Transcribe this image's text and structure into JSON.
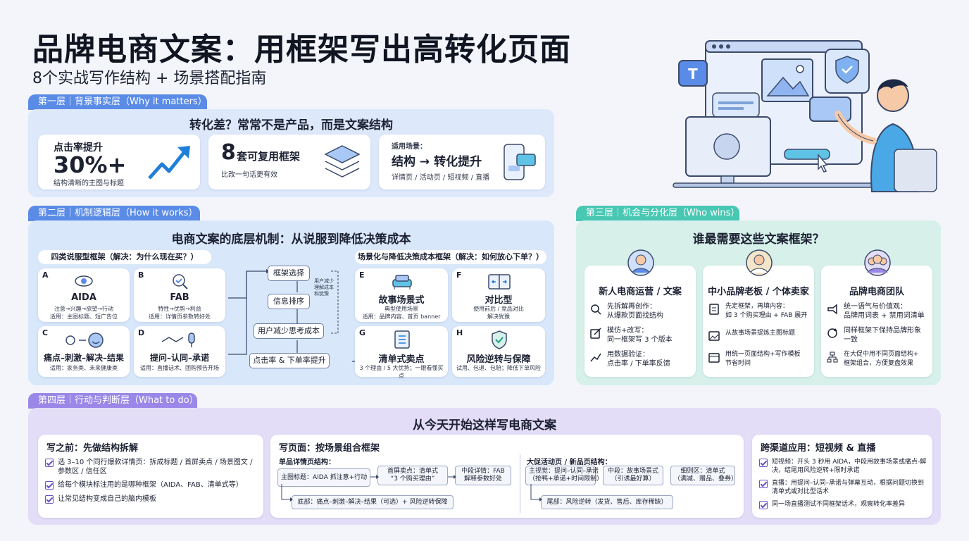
{
  "header": {
    "title": "品牌电商文案：用框架写出高转化页面",
    "subtitle": "8个实战写作结构 + 场景搭配指南"
  },
  "layer1": {
    "tag": "第一层｜背景事实层（Why it matters）",
    "title": "转化差？常常不是产品，而是文案结构",
    "card1": {
      "label": "点击率提升",
      "value": "30%+",
      "desc": "结构清晰的主图与标题"
    },
    "card2": {
      "value": "8",
      "label": "套可复用框架",
      "desc": "比改一句话更有效"
    },
    "card3": {
      "label": "适用场景：",
      "value": "结构 → 转化提升",
      "desc": "详情页 / 活动页 / 短视频 / 直播"
    }
  },
  "layer2": {
    "tag": "第二层｜机制逻辑层（How it works）",
    "title": "电商文案的底层机制：从说服到降低决策成本",
    "left_head": "四类说服型框架（解决：为什么现在买？）",
    "right_head": "场景化与降低决策成本框架（解决：如何放心下单？）",
    "frameworks": [
      {
        "letter": "A",
        "name": "AIDA",
        "desc1": "注意→兴趣→欲望→行动",
        "desc2": "适用：主图标题、短广告位"
      },
      {
        "letter": "B",
        "name": "FAB",
        "desc1": "特性→优势→利益",
        "desc2": "适用：详情页参数转好处"
      },
      {
        "letter": "C",
        "name": "痛点–刺激–解决–结果",
        "desc1": "适用：家务类、未来健康类",
        "desc2": ""
      },
      {
        "letter": "D",
        "name": "提问–认同–承诺",
        "desc1": "适用：直播话术、团购预告开场",
        "desc2": ""
      },
      {
        "letter": "E",
        "name": "故事场景式",
        "desc1": "典型使用场景",
        "desc2": "适用：品牌内容、首页 banner"
      },
      {
        "letter": "F",
        "name": "对比型",
        "desc1": "使用前后 / 竞品对比",
        "desc2": "解决犹豫"
      },
      {
        "letter": "G",
        "name": "清单式卖点",
        "desc1": "3 个理由 / 5 大优势；一眼看懂买点",
        "desc2": ""
      },
      {
        "letter": "H",
        "name": "风险逆转与保障",
        "desc1": "试用、包退、包赔；降低下单风险",
        "desc2": ""
      }
    ],
    "flow": [
      "框架选择",
      "信息排序",
      "用户减少思考成本",
      "点击率 & 下单率提升"
    ],
    "flow_note": "用户减少\n理解成本\n和犹豫"
  },
  "layer3": {
    "tag": "第三层｜机会与分化层（Who wins）",
    "title": "谁最需要这些文案框架？",
    "audiences": [
      {
        "name": "新人电商运营 / 文案",
        "items": [
          "先拆解再创作：\n从爆款页面找结构",
          "模仿+改写：\n同一框架写 3 个版本",
          "用数据验证：\n点击率 / 下单率反馈"
        ]
      },
      {
        "name": "中小品牌老板 / 个体卖家",
        "items": [
          "先定框架，再填内容：\n如 3 个购买理由 + FAB 展开",
          "从故事场景提炼主图标题",
          "用统一页面结构+写作模板\n节省时间"
        ]
      },
      {
        "name": "品牌电商团队",
        "items": [
          "统一语气与价值观：\n品牌用词表 + 禁用词清单",
          "同样框架下保持品牌形象\n一致",
          "在大促中用不同页面结构+\n框架组合，方便复盘效果"
        ]
      }
    ]
  },
  "layer4": {
    "tag": "第四层｜行动与判断层（What to do）",
    "title": "从今天开始这样写电商文案",
    "before": {
      "title": "写之前：先做结构拆解",
      "items": [
        "选 3–10 个同行爆款详情页：拆成标题 / 首屏卖点 / 场景图文 / 参数区 / 信任区",
        "给每个模块标注用的是哪种框架（AIDA、FAB、清单式等）",
        "让常见结构变成自己的脑内模板"
      ]
    },
    "page": {
      "title": "写页面：按场景组合框架",
      "single_label": "单品详情页结构：",
      "single": [
        "主图标题：AIDA 抓注意+行动",
        "首屏卖点：清单式\n“3 个购买理由”",
        "中段详情：FAB\n解释参数好处",
        "底部：痛点–刺激–解决–结果（可选）+ 风险逆转保障"
      ],
      "promo_label": "大促活动页 / 新品页结构：",
      "promo": [
        "主视觉：提问–认同–承诺\n（抢鸭+承诺+时间限制）",
        "中段：故事场景式\n（引诱最好算）",
        "细则区：清单式\n（满减、赠品、叠券）",
        "尾部：风险逆转（发货、售后、库存稀缺）"
      ]
    },
    "channel": {
      "title": "跨渠道应用：短视频 & 直播",
      "items": [
        "短视频：开头 3 秒用 AIDA，中段用故事场景或痛点-解决，结尾用风险逆转+限时承诺",
        "直播：用提问–认同–承诺与弹幕互动，根据问题切换到清单式或对比型话术",
        "同一场直播测试不同框架话术，观察转化率差异"
      ]
    }
  },
  "colors": {
    "blue": "#5a8be6",
    "teal": "#48c7b3",
    "purple": "#9a87e8",
    "accent": "#1f7fd8"
  }
}
